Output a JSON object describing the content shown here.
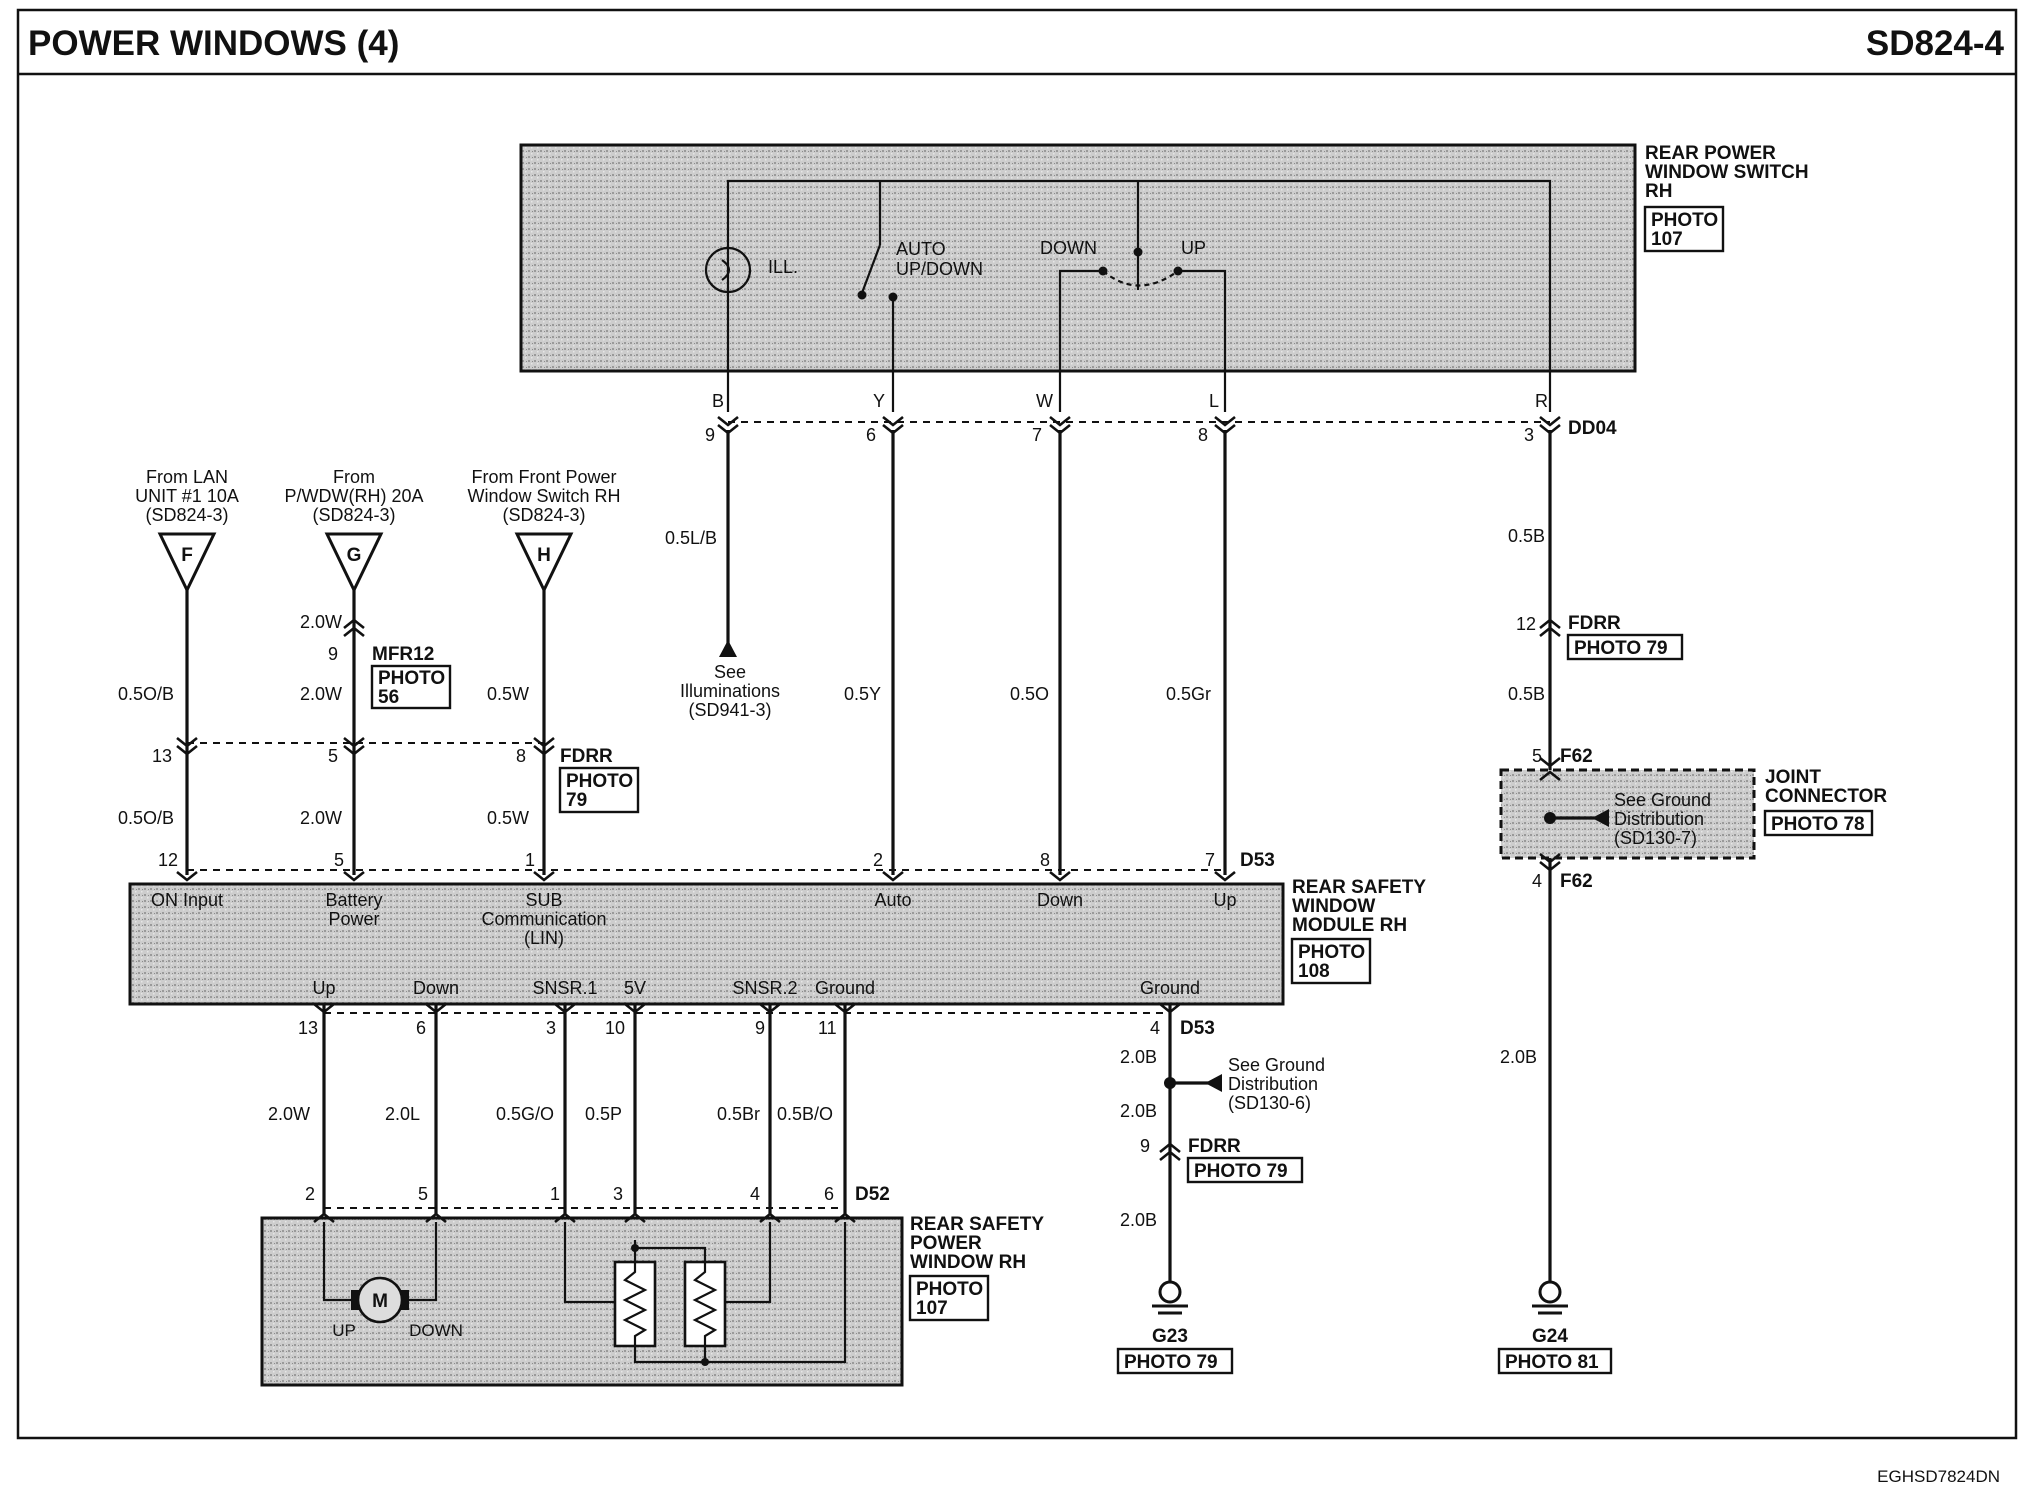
{
  "header": {
    "title": "POWER WINDOWS (4)",
    "code": "SD824-4"
  },
  "footer": {
    "code": "EGHSD7824DN"
  },
  "switch": {
    "name": [
      "REAR POWER",
      "WINDOW SWITCH",
      "RH"
    ],
    "photo": [
      "PHOTO",
      "107"
    ],
    "ill": "ILL.",
    "auto": [
      "AUTO",
      "UP/DOWN"
    ],
    "down": "DOWN",
    "up": "UP",
    "wire_colors": [
      "B",
      "Y",
      "W",
      "L",
      "R"
    ],
    "pins": [
      "9",
      "6",
      "7",
      "8",
      "3"
    ],
    "connector": "DD04"
  },
  "illum_wire": "0.5L/B",
  "illum_ref": [
    "See",
    "Illuminations",
    "(SD941-3)"
  ],
  "sources": [
    {
      "lines": [
        "From LAN",
        "UNIT #1 10A",
        "(SD824-3)"
      ],
      "letter": "F"
    },
    {
      "lines": [
        "From",
        "P/WDW(RH) 20A",
        "(SD824-3)"
      ],
      "letter": "G"
    },
    {
      "lines": [
        "From Front Power",
        "Window Switch RH",
        "(SD824-3)"
      ],
      "letter": "H"
    }
  ],
  "wires_left": {
    "g_top": "2.0W",
    "g_pin": "9",
    "g_conn": "MFR12",
    "g_photo": [
      "PHOTO",
      "56"
    ],
    "mid": [
      "0.5O/B",
      "2.0W",
      "0.5W"
    ],
    "mid_pins": [
      "13",
      "5",
      "8"
    ],
    "fdrr": "FDRR",
    "fdrr_photo": [
      "PHOTO",
      "79"
    ],
    "low": [
      "0.5O/B",
      "2.0W",
      "0.5W"
    ]
  },
  "wires_mid": [
    "0.5Y",
    "0.5O",
    "0.5Gr"
  ],
  "module": {
    "top_pins": [
      "12",
      "5",
      "1",
      "2",
      "8",
      "7"
    ],
    "top_conn": "D53",
    "top_labels": [
      "ON Input",
      "Battery",
      "Power",
      "SUB",
      "Communication",
      "(LIN)",
      "Auto",
      "Down",
      "Up"
    ],
    "name": [
      "REAR SAFETY",
      "WINDOW",
      "MODULE RH"
    ],
    "photo": [
      "PHOTO",
      "108"
    ],
    "bottom_labels": [
      "Up",
      "Down",
      "SNSR.1",
      "5V",
      "SNSR.2",
      "Ground",
      "Ground"
    ],
    "bottom_pins": [
      "13",
      "6",
      "3",
      "10",
      "9",
      "11",
      "4"
    ],
    "bottom_conn": "D53"
  },
  "lower_wires": [
    "2.0W",
    "2.0L",
    "0.5G/O",
    "0.5P",
    "0.5Br",
    "0.5B/O"
  ],
  "motor": {
    "pins": [
      "2",
      "5",
      "1",
      "3",
      "4",
      "6"
    ],
    "conn": "D52",
    "name": [
      "REAR SAFETY",
      "POWER",
      "WINDOW RH"
    ],
    "photo": [
      "PHOTO",
      "107"
    ],
    "m": "M",
    "up": "UP",
    "down": "DOWN"
  },
  "ground_g23": {
    "w1": "2.0B",
    "ref": [
      "See Ground",
      "Distribution",
      "(SD130-6)"
    ],
    "w2": "2.0B",
    "pin": "9",
    "conn": "FDRR",
    "photo": "PHOTO 79",
    "w3": "2.0B",
    "name": "G23",
    "photo2": "PHOTO 79"
  },
  "right_chain": {
    "w1": "0.5B",
    "pin1": "12",
    "conn1": "FDRR",
    "photo1": "PHOTO 79",
    "w2": "0.5B",
    "pin2": "5",
    "conn2": "F62",
    "jc_name": [
      "JOINT",
      "CONNECTOR"
    ],
    "jc_photo": "PHOTO 78",
    "jc_ref": [
      "See Ground",
      "Distribution",
      "(SD130-7)"
    ],
    "pin3": "4",
    "conn3": "F62",
    "w3": "2.0B",
    "name": "G24",
    "photo2": "PHOTO 81"
  },
  "colors": {
    "ink": "#111111",
    "shade": "#c8c8c8",
    "paper": "#ffffff"
  }
}
